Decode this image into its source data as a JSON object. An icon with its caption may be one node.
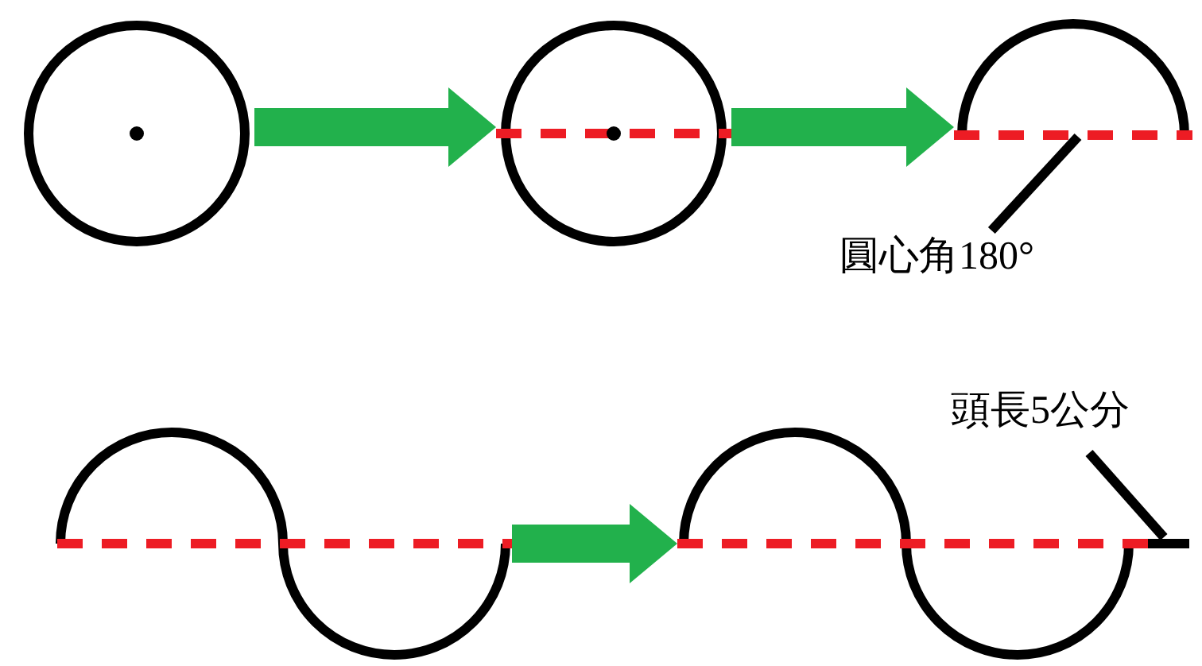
{
  "diagram": {
    "nodes": [
      {
        "text": [],
        "shape": "picture"
      },
      {
        "text": [],
        "shape": "picture"
      },
      {
        "text": [],
        "shape": "picture"
      },
      {
        "text": [
          "圓心角180°"
        ]
      },
      {
        "text": [],
        "shape": "picture"
      },
      {
        "text": [],
        "shape": "picture"
      }
    ],
    "edges": [
      {
        "from": 0,
        "to": 1,
        "arrow": "to"
      },
      {
        "from": 1,
        "to": 2,
        "arrow": "to"
      },
      {
        "from": 3,
        "to": 2,
        "arrow": "none",
        "color": "#000000"
      },
      {
        "from": 4,
        "to": 5,
        "arrow": "to"
      }
    ],
    "labels": [
      "頭長5公分"
    ]
  }
}
